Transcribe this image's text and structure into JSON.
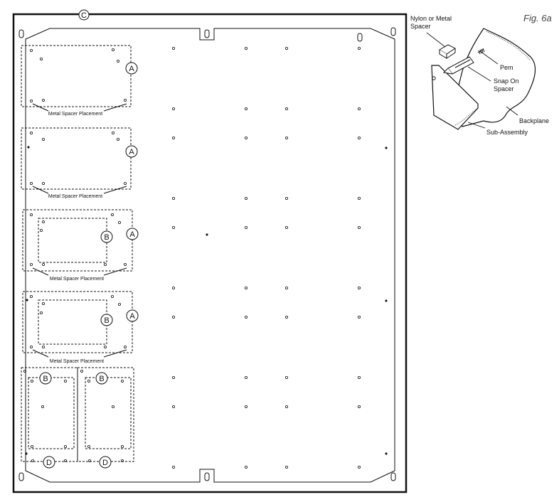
{
  "figure_label": "Fig. 6a",
  "panel": {
    "top_callout": "C",
    "zones": [
      {
        "callout": "A",
        "spacer_label": "Metal Spacer Placement"
      },
      {
        "callout": "A",
        "spacer_label": "Metal Spacer Placement"
      },
      {
        "callout": "A",
        "inner_callout": "B",
        "spacer_label": "Metal Spacer Placement"
      },
      {
        "callout": "A",
        "inner_callout": "B",
        "spacer_label": "Metal Spacer Placement"
      }
    ],
    "bottom_zones": [
      {
        "top_callout": "B",
        "bottom_callout": "D"
      },
      {
        "top_callout": "B",
        "bottom_callout": "D"
      }
    ]
  },
  "detail": {
    "labels": {
      "spacer_line1": "Nylon or Metal",
      "spacer_line2": "Spacer",
      "pem": "Pem",
      "snap_line1": "Snap On",
      "snap_line2": "Spacer",
      "backplane": "Backplane",
      "subassembly": "Sub-Assembly"
    }
  }
}
